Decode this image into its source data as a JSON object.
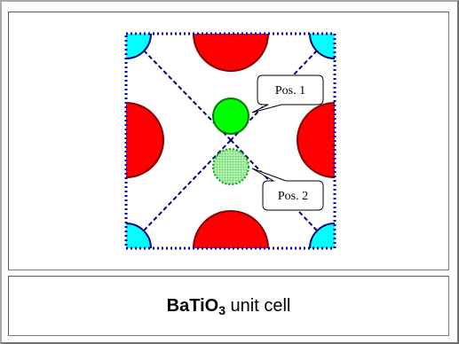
{
  "diagram": {
    "callout_1": "Pos. 1",
    "callout_2": "Pos. 2",
    "colors": {
      "oxygen": "#ff0000",
      "barium": "#00ffff",
      "titanium": "#00ff00",
      "titanium_alt": "#99ee99",
      "outline": "#000080",
      "cell_edge": "#0000cc"
    }
  },
  "caption": {
    "formula_prefix": "BaTiO",
    "formula_subscript": "3",
    "suffix": " unit cell"
  }
}
